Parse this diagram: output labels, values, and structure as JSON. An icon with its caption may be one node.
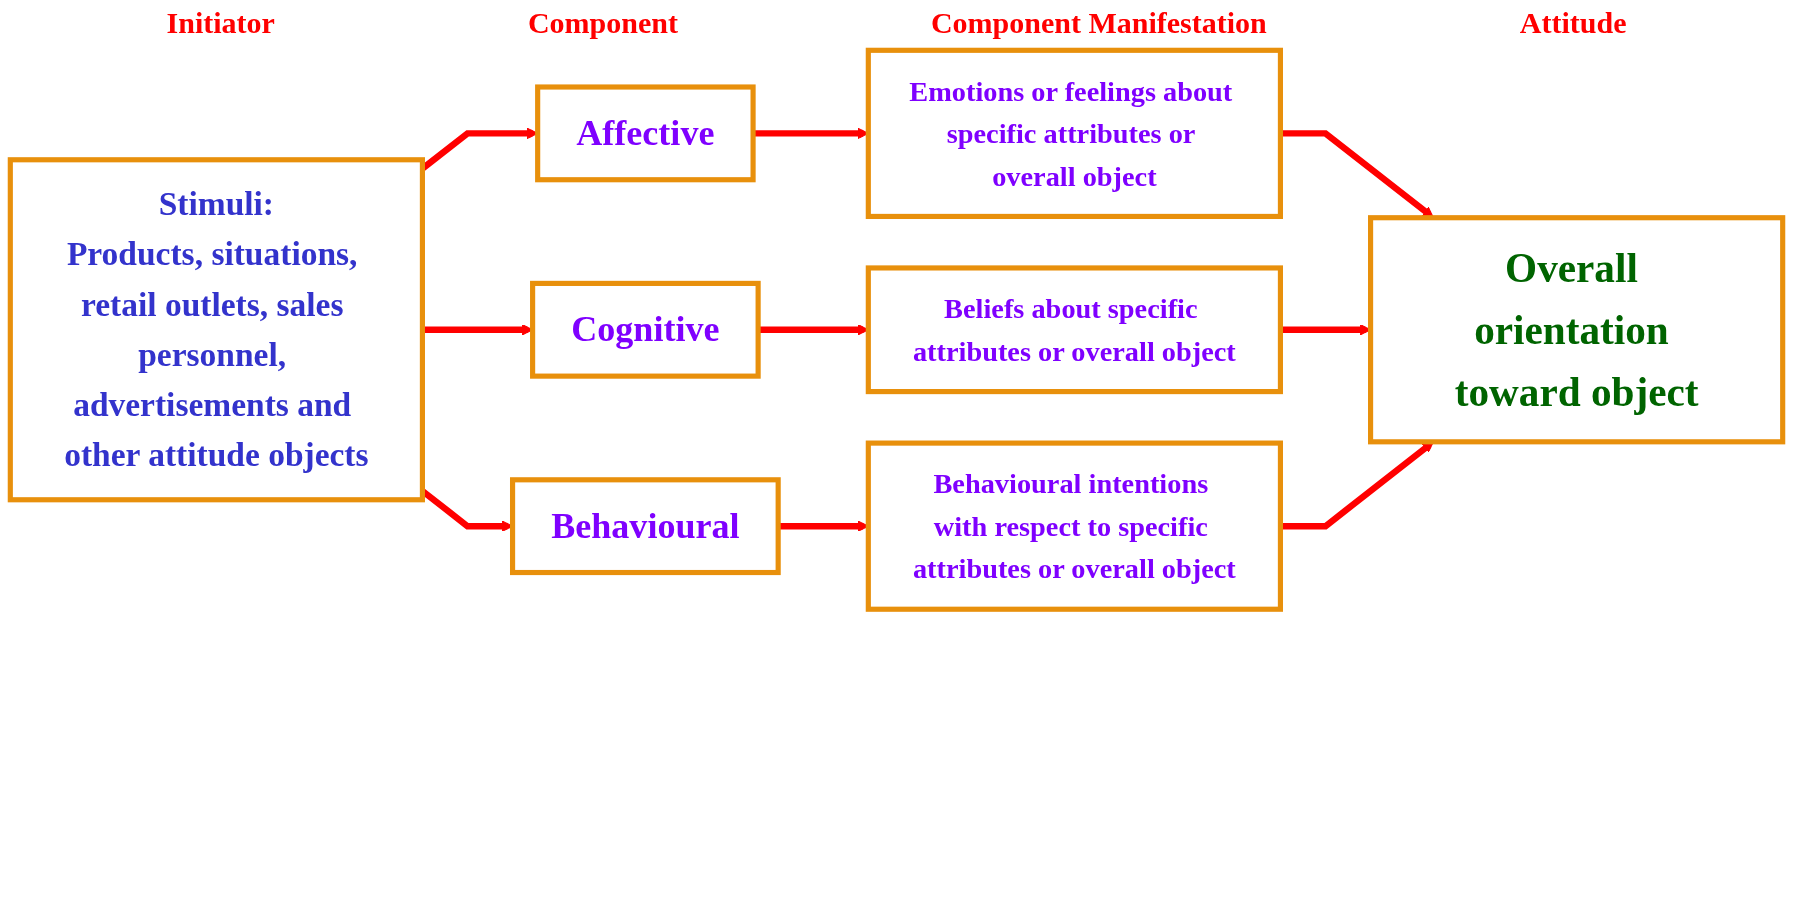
{
  "diagram": {
    "nodes": [
      {
        "text": [
          "Stimuli:",
          "Products, situations, retail outlets, sales personnel, advertisements and other attitude objects"
        ]
      },
      {
        "text": [
          "Affective"
        ]
      },
      {
        "text": [
          "Emotions or feelings about specific attributes or overall object"
        ]
      },
      {
        "text": [
          "Cognitive"
        ]
      },
      {
        "text": [
          "Beliefs about specific attributes or overall object"
        ]
      },
      {
        "text": [
          "Behavioural"
        ]
      },
      {
        "text": [
          "Behavioural intentions with respect to specific attributes or overall object"
        ]
      },
      {
        "text": [
          "Overall orientation toward object"
        ]
      }
    ],
    "edges": [
      {
        "from": 0,
        "to": 1,
        "arrow": "to"
      },
      {
        "from": 1,
        "to": 2,
        "arrow": "to"
      },
      {
        "from": 2,
        "to": 7,
        "arrow": "to"
      },
      {
        "from": 0,
        "to": 3,
        "arrow": "to"
      },
      {
        "from": 3,
        "to": 4,
        "arrow": "to"
      },
      {
        "from": 4,
        "to": 7,
        "arrow": "to"
      },
      {
        "from": 0,
        "to": 5,
        "arrow": "to"
      },
      {
        "from": 5,
        "to": 6,
        "arrow": "to"
      },
      {
        "from": 6,
        "to": 7,
        "arrow": "to"
      }
    ],
    "labels": [
      "Initiator",
      "Component",
      "Component Manifestation",
      "Attitude"
    ]
  }
}
